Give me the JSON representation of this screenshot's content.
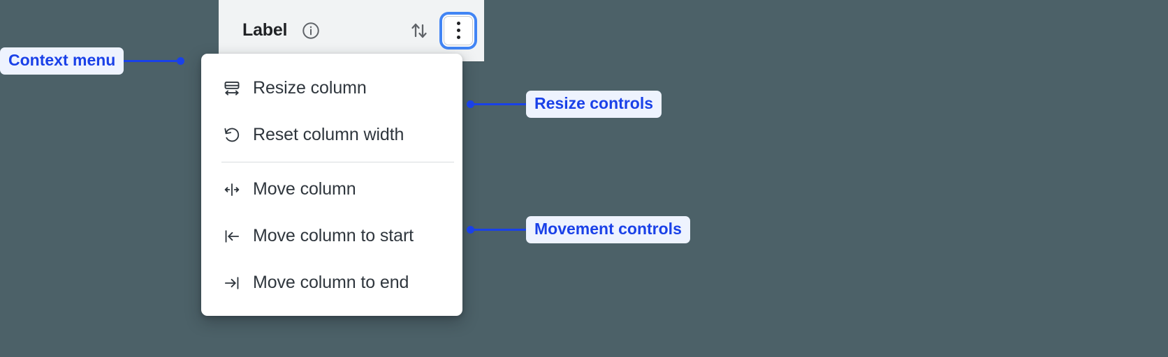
{
  "background_color": "#4c6168",
  "accent_color": "#1a41e8",
  "focus_ring_color": "#4285f4",
  "column_header": {
    "title": "Label",
    "info_icon": "info-circle-icon",
    "sort_icon": "sort-up-down-icon",
    "menu_button_icon": "kebab-vertical-icon"
  },
  "context_menu": {
    "groups": [
      {
        "name": "resize",
        "items": [
          {
            "label": "Resize column",
            "icon": "resize-column-icon"
          },
          {
            "label": "Reset column width",
            "icon": "undo-rotate-icon"
          }
        ]
      },
      {
        "name": "movement",
        "items": [
          {
            "label": "Move column",
            "icon": "move-left-right-icon"
          },
          {
            "label": "Move column to start",
            "icon": "move-to-start-icon"
          },
          {
            "label": "Move column to end",
            "icon": "move-to-end-icon"
          }
        ]
      }
    ]
  },
  "annotations": [
    {
      "label": "Context menu"
    },
    {
      "label": "Resize controls"
    },
    {
      "label": "Movement controls"
    }
  ]
}
